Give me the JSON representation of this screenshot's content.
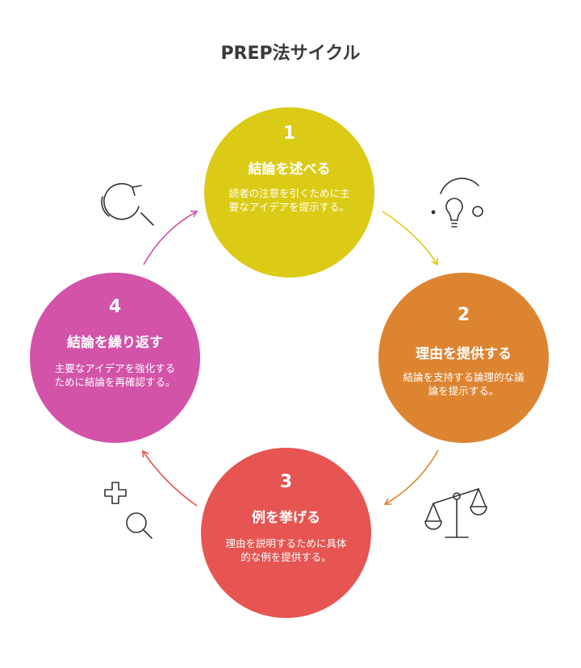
{
  "title": "PREP法サイクル",
  "steps": [
    {
      "number": "1",
      "heading": "結論を述べる",
      "description": "読者の注意を引くために主要なアイデアを提示する。",
      "color": "#dccb16",
      "icon": "lightbulb-icon"
    },
    {
      "number": "2",
      "heading": "理由を提供する",
      "description": "結論を支持する論理的な議論を提示する。",
      "color": "#dd8431",
      "icon": "balance-scale-icon"
    },
    {
      "number": "3",
      "heading": "例を挙げる",
      "description": "理由を説明するために具体的な例を提供する。",
      "color": "#e65551",
      "icon": "add-search-icon"
    },
    {
      "number": "4",
      "heading": "結論を繰り返す",
      "description": "主要なアイデアを強化するために結論を再確認する。",
      "color": "#d353a9",
      "icon": "refresh-search-icon"
    }
  ]
}
